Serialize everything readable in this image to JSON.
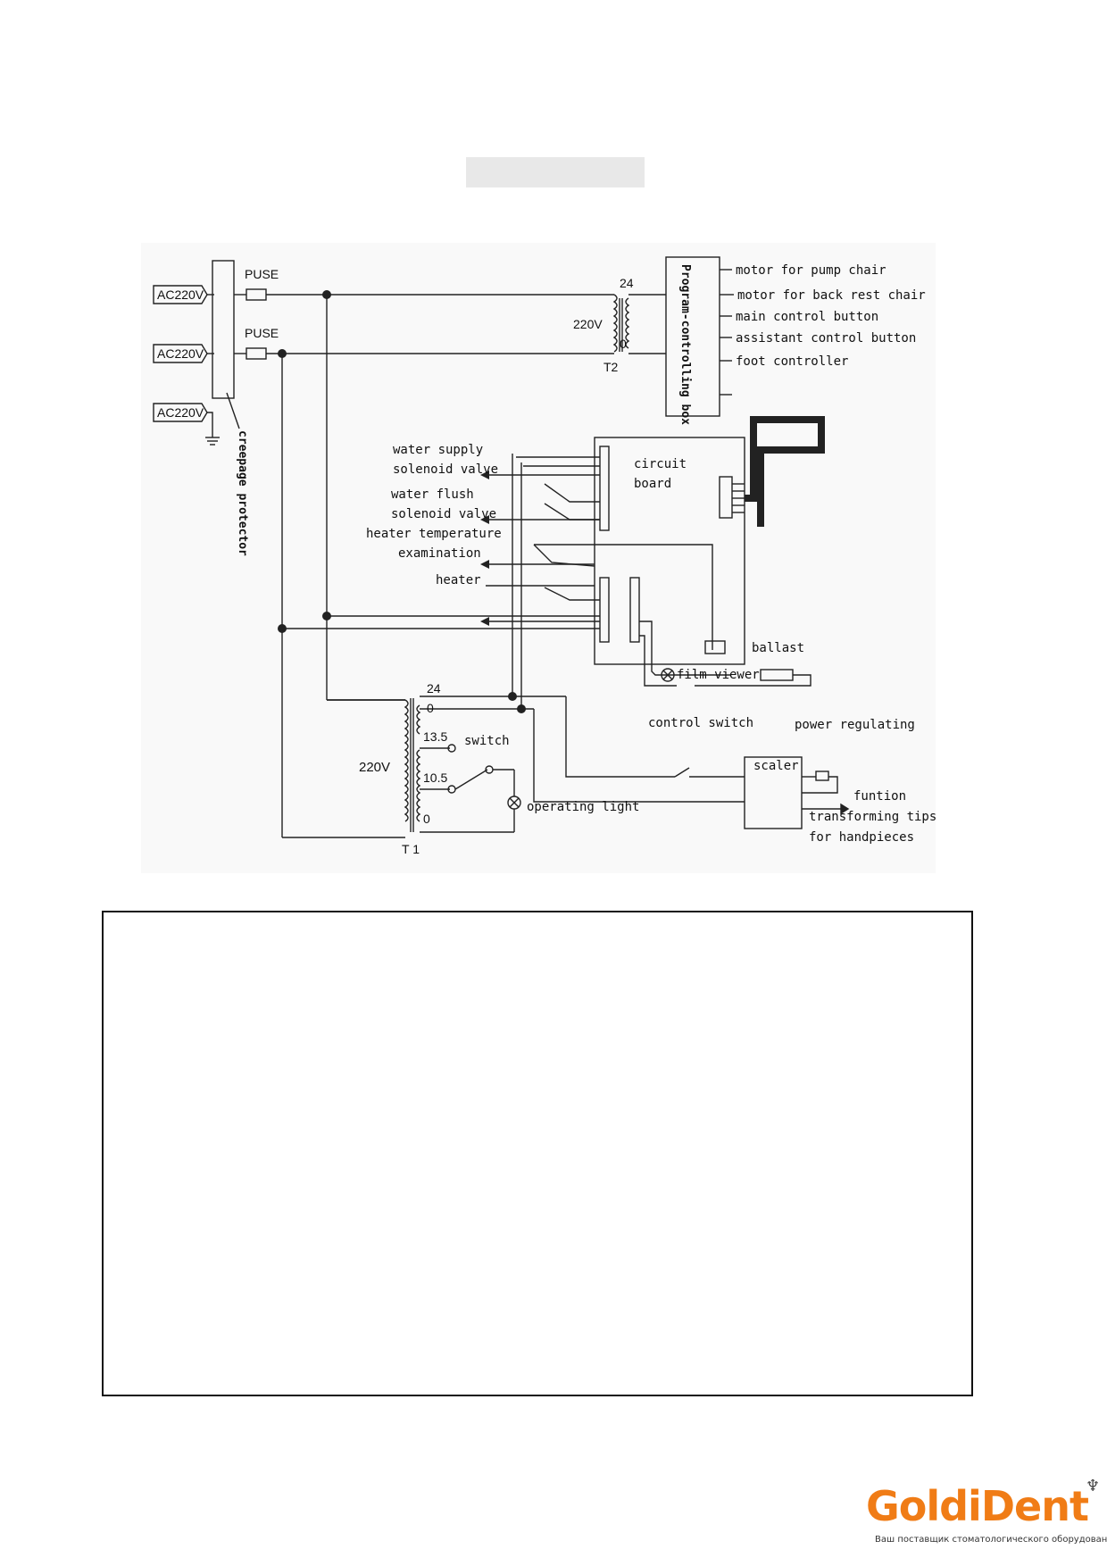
{
  "title_label": "",
  "inputs": {
    "ac1": "AC220V",
    "ac2": "AC220V",
    "ac3": "AC220V"
  },
  "fuses": {
    "f1": "PUSE",
    "f2": "PUSE"
  },
  "protector": "creepage protector",
  "transformer_t2": {
    "name": "T2",
    "primary": "220V",
    "tap_24": "24",
    "tap_0": "0"
  },
  "program_box": "Program-controlling box",
  "program_outputs": [
    "motor for pump chair",
    "motor for back rest chair",
    "main control button",
    "assistant control button",
    "foot controller"
  ],
  "circuit_board": {
    "line1": "circuit",
    "line2": "board"
  },
  "valves": {
    "water_supply_1": "water supply",
    "water_supply_2": "solenoid valve",
    "water_flush_1": "water flush",
    "water_flush_2": "solenoid valve",
    "heater_temp_1": "heater temperature",
    "heater_temp_2": "examination",
    "heater": "heater"
  },
  "ballast": "ballast",
  "film_viewer": "film viewer",
  "transformer_t1": {
    "name": "T 1",
    "primary": "220V",
    "tap_24": "24",
    "tap_0a": "0",
    "tap_13_5": "13.5",
    "tap_10_5": "10.5",
    "tap_0b": "0"
  },
  "switch_label": "switch",
  "operating_light": "operating light",
  "control_switch": "control switch",
  "scaler": "scaler",
  "power_regulating": "power regulating",
  "funtion": "funtion",
  "transforming_tips": "transforming tips",
  "for_handpieces": "for handpieces",
  "logo": {
    "word": "GoldiDent",
    "tagline": "Ваш поставщик стоматологического оборудования"
  }
}
